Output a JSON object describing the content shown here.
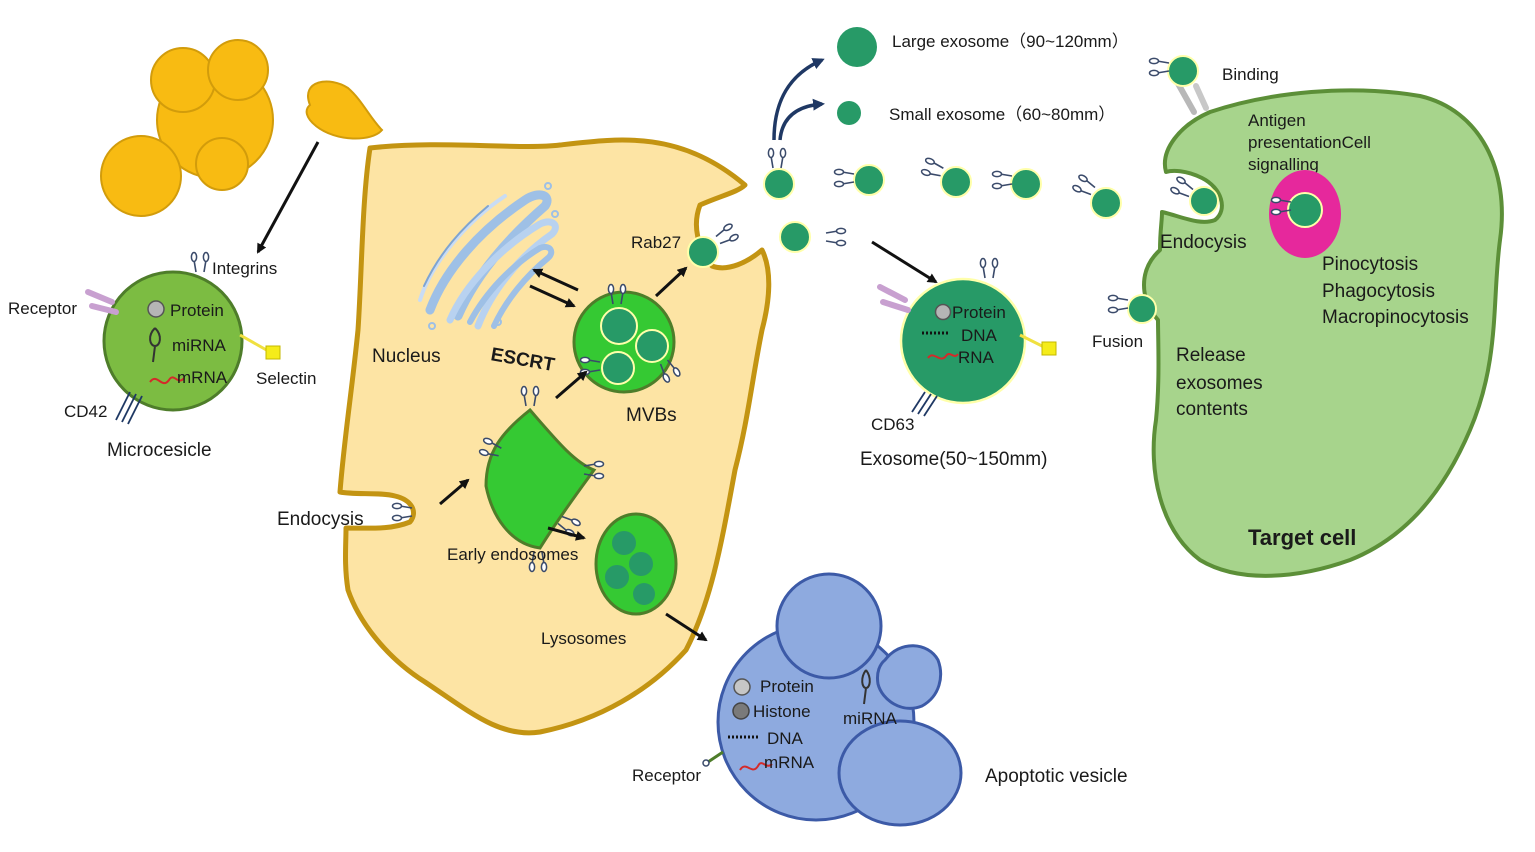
{
  "labels": {
    "integrins": "Integrins",
    "receptor_mv": "Receptor",
    "protein_mv": "Protein",
    "mirna_mv": "miRNA",
    "mrna_mv": "mRNA",
    "selectin": "Selectin",
    "cd42": "CD42",
    "microvesicle": "Microcesicle",
    "nucleus": "Nucleus",
    "escrt": "ESCRT",
    "rab27": "Rab27",
    "mvbs": "MVBs",
    "endocysis_left": "Endocysis",
    "early_endosomes": "Early endosomes",
    "lysosomes": "Lysosomes",
    "large_exosome": "Large exosome（90~120mm）",
    "small_exosome": "Small exosome（60~80mm）",
    "protein_exo": "Protein",
    "dna_exo": "DNA",
    "rna_exo": "RNA",
    "cd63": "CD63",
    "exosome": "Exosome(50~150mm)",
    "binding": "Binding",
    "antigen_1": "Antigen",
    "antigen_2": "presentationCell",
    "antigen_3": "signalling",
    "endocysis_right": "Endocysis",
    "pinocytosis": "Pinocytosis",
    "phagocytosis": "Phagocytosis",
    "macropinocytosis": "Macropinocytosis",
    "fusion": "Fusion",
    "release_1": "Release",
    "release_2": "exosomes",
    "release_3": "contents",
    "target_cell": "Target cell",
    "protein_ap": "Protein",
    "histone_ap": "Histone",
    "dna_ap": "DNA",
    "mrna_ap": "mRNA",
    "mirna_ap": "miRNA",
    "receptor_ap": "Receptor",
    "apoptotic_vesicle": "Apoptotic vesicle"
  },
  "colors": {
    "platelet": "#f8bb12",
    "cell_body": "#fde4a4",
    "cell_border": "#c39412",
    "vesicle_green": "#35c933",
    "microvesicle": "#7cbc42",
    "exosome": "#279a67",
    "target_cell": "#a7d48c",
    "target_border": "#5c8f38",
    "apoptotic": "#8eaadf",
    "apoptotic_border": "#3c5aa7",
    "magenta": "#e6289c",
    "arrow_navy": "#1f3864"
  }
}
